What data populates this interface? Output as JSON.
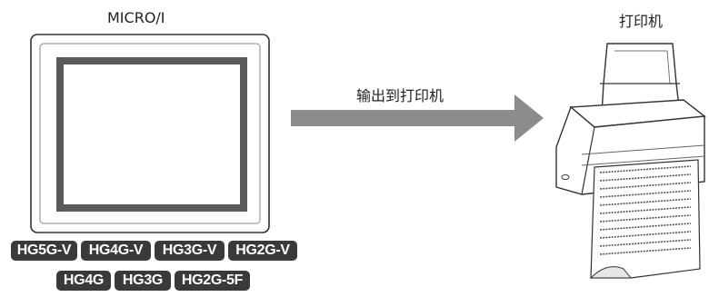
{
  "labels": {
    "device": "MICRO/I",
    "printer": "打印机",
    "arrow": "输出到打印机"
  },
  "models": {
    "row1": [
      "HG5G-V",
      "HG4G-V",
      "HG3G-V",
      "HG2G-V"
    ],
    "row2": [
      "HG4G",
      "HG3G",
      "HG2G-5F"
    ]
  },
  "colors": {
    "arrow": "#8c8c8c",
    "badge": "#3a3a3a",
    "screen_border": "#5a5a5a"
  },
  "icons": {
    "device": "touch-panel-icon",
    "printer": "printer-icon"
  }
}
